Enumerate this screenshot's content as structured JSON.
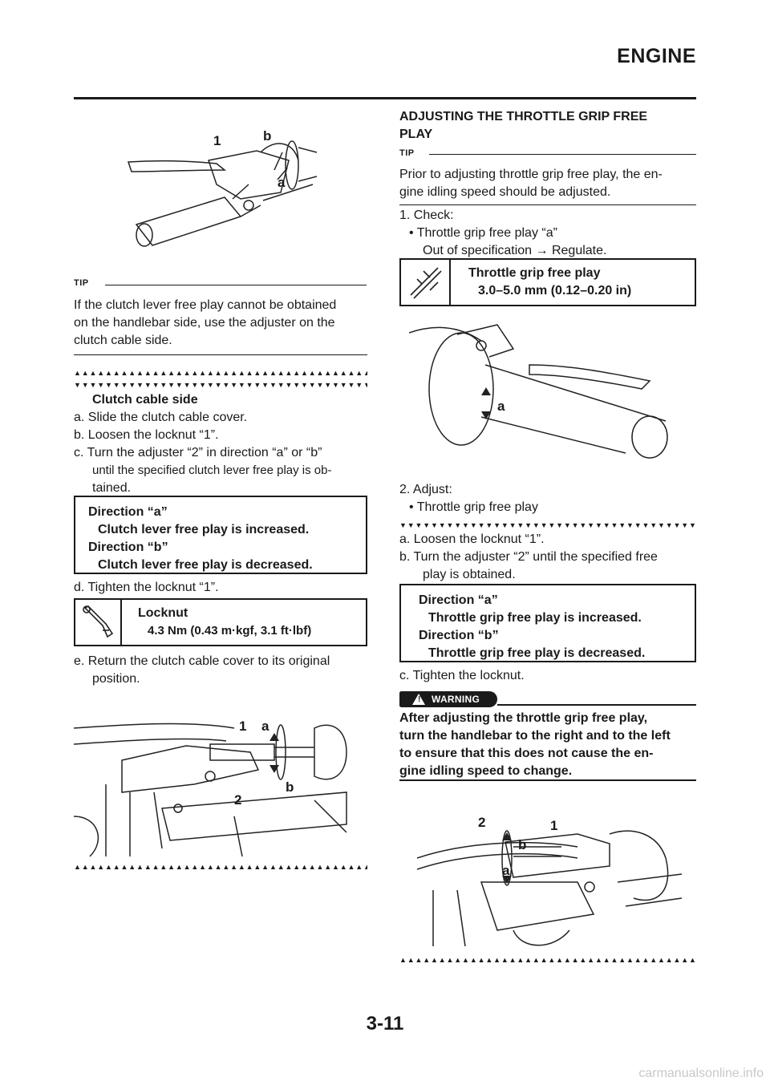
{
  "header": {
    "title": "ENGINE"
  },
  "left": {
    "fig1_labels": [
      "1",
      "b",
      "a"
    ],
    "tip_label": "TIP",
    "tip_text": [
      "If the clutch lever free play cannot be obtained",
      "on the handlebar side, use the adjuster on the",
      "clutch cable side."
    ],
    "proc_triangles_up": "▲▲▲▲▲▲▲▲▲▲▲▲▲▲▲▲▲▲▲▲▲▲▲▲▲▲▲▲▲▲▲▲▲▲▲▲▲▲▲▲",
    "proc_triangles_down": "▼▼▼▼▼▼▼▼▼▼▼▼▼▼▼▼▼▼▼▼▼▼▼▼▼▼▼▼▼▼▼▼▼▼▼▼▼▼▼▼",
    "subheading": "Clutch cable side",
    "step_a": "a.  Slide the clutch cable cover.",
    "step_b": "b.  Loosen the locknut “1”.",
    "step_c1": "c.  Turn the adjuster “2” in direction “a” or “b”",
    "step_c2": "until the specified clutch lever free play is ob-",
    "step_c3": "tained.",
    "dir_box": {
      "a_label": "Direction “a”",
      "a_text": "Clutch lever free play is increased.",
      "b_label": "Direction “b”",
      "b_text": "Clutch lever free play is decreased."
    },
    "step_d": "d.  Tighten the locknut “1”.",
    "torque_box": {
      "title": "Locknut",
      "value": "4.3 Nm (0.43 m·kgf, 3.1 ft·lbf)"
    },
    "step_e1": "e.  Return the clutch cable cover to its original",
    "step_e2": "position.",
    "fig2_labels": [
      "1",
      "a",
      "2",
      "b"
    ]
  },
  "right": {
    "heading1": "ADJUSTING THE THROTTLE GRIP FREE",
    "heading2": "PLAY",
    "tip_label": "TIP",
    "tip_text": [
      "Prior to adjusting throttle grip free play, the en-",
      "gine idling speed should be adjusted."
    ],
    "step1": "1.  Check:",
    "step1_bullet": "•  Throttle grip free play “a”",
    "step1_note": "Out of specification → Regulate.",
    "spec_box": {
      "title": "Throttle grip free play",
      "value": "3.0–5.0 mm (0.12–0.20 in)"
    },
    "fig3_labels": [
      "a"
    ],
    "step2": "2.  Adjust:",
    "step2_bullet": "•  Throttle grip free play",
    "step_a": "a.  Loosen the locknut “1”.",
    "step_b1": "b.  Turn the adjuster “2” until the specified free",
    "step_b2": "play is obtained.",
    "dir_box": {
      "a_label": "Direction “a”",
      "a_text": "Throttle grip free play is increased.",
      "b_label": "Direction “b”",
      "b_text": "Throttle grip free play is decreased."
    },
    "step_c": "c.  Tighten the locknut.",
    "warning_label": "WARNING",
    "warning_text": [
      "After adjusting the throttle grip free play,",
      "turn the handlebar to the right and to the left",
      "to ensure that this does not cause the en-",
      "gine idling speed to change."
    ],
    "fig4_labels": [
      "2",
      "1",
      "b",
      "a"
    ]
  },
  "footer": {
    "page": "3-11",
    "watermark": "carmanualsonline.info"
  }
}
